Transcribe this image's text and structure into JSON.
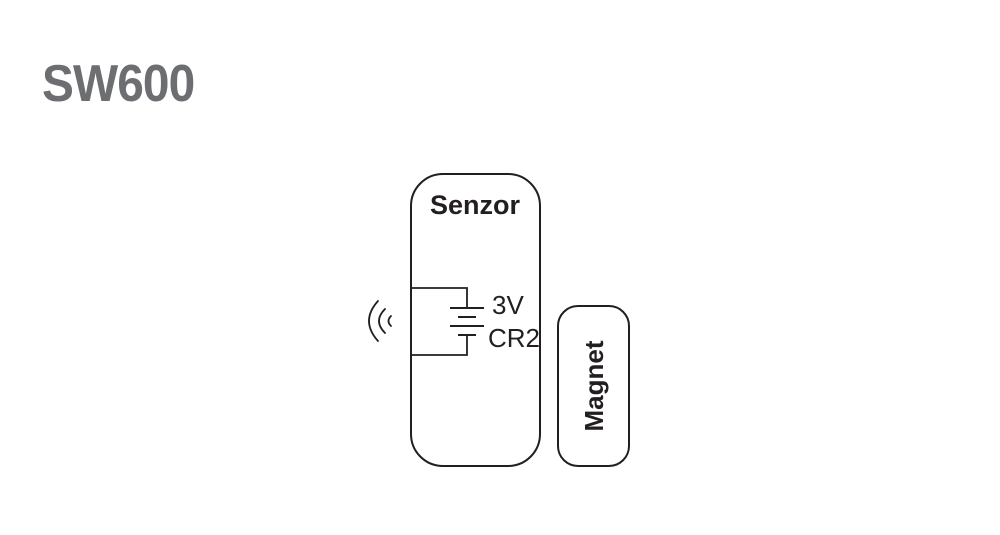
{
  "title": "SW600",
  "sensor": {
    "label": "Senzor"
  },
  "battery": {
    "voltage": "3V",
    "type": "CR2"
  },
  "magnet": {
    "label": "Magnet"
  },
  "icons": {
    "wireless": "wireless-signal-icon",
    "battery": "battery-symbol-icon"
  },
  "colors": {
    "title": "#6d6e71",
    "stroke": "#231f20",
    "text": "#231f20"
  }
}
